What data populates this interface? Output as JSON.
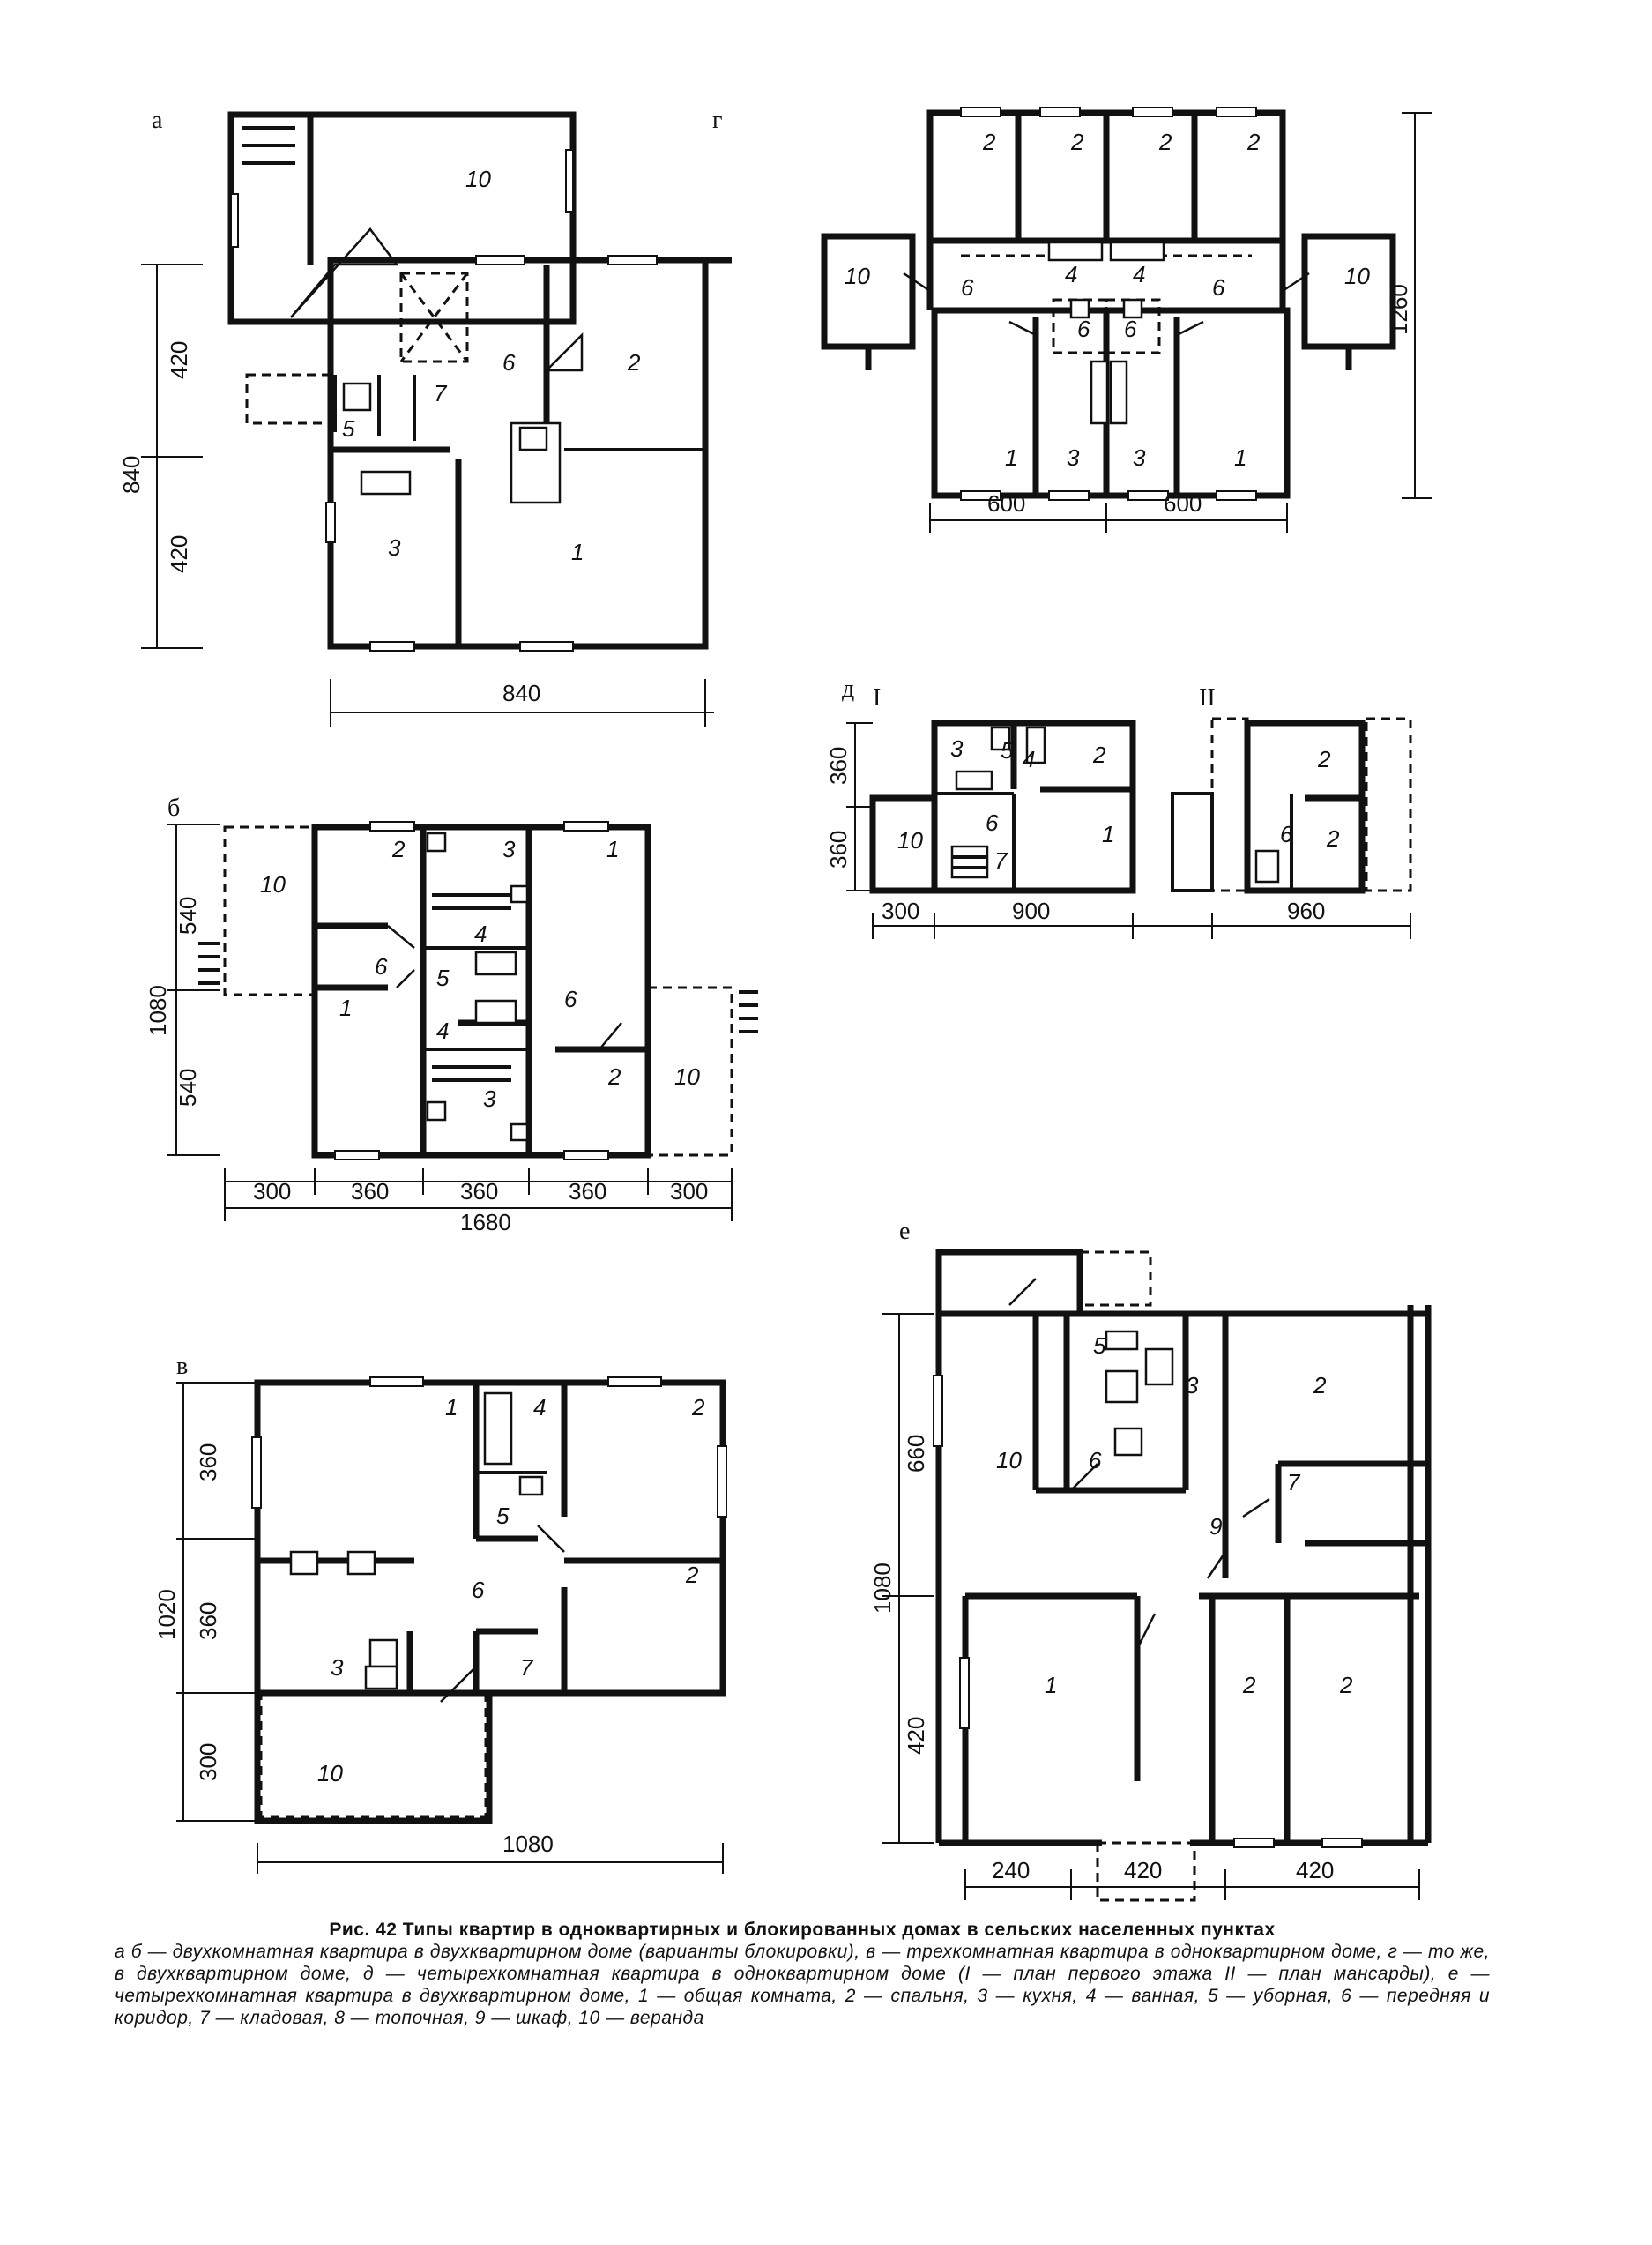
{
  "panels": {
    "a": {
      "letter": "а",
      "rooms": [
        "10",
        "6",
        "2",
        "5",
        "7",
        "3",
        "1"
      ],
      "dims_v": [
        "420",
        "840",
        "420"
      ],
      "dims_h": [
        "840"
      ]
    },
    "b": {
      "letter": "б",
      "rooms": [
        "10",
        "2",
        "3",
        "1",
        "6",
        "4",
        "1",
        "5",
        "6",
        "4",
        "3",
        "2",
        "10"
      ],
      "dims_v": [
        "540",
        "1080",
        "540"
      ],
      "dims_h": [
        "300",
        "360",
        "360",
        "360",
        "300"
      ],
      "total": "1680"
    },
    "v": {
      "letter": "в",
      "rooms": [
        "1",
        "4",
        "2",
        "5",
        "6",
        "2",
        "3",
        "7",
        "10"
      ],
      "dims_v": [
        "360",
        "1020",
        "360",
        "300"
      ],
      "dims_h": [
        "1080"
      ]
    },
    "g": {
      "letter": "г",
      "rooms": [
        "2",
        "2",
        "2",
        "2",
        "10",
        "6",
        "4",
        "4",
        "6",
        "10",
        "6",
        "6",
        "1",
        "3",
        "3",
        "1"
      ],
      "dims_v": [
        "1260"
      ],
      "dims_h": [
        "600",
        "600"
      ]
    },
    "d": {
      "letter": "д",
      "sub1": "I",
      "sub2": "II",
      "rooms1": [
        "3",
        "5",
        "4",
        "2",
        "6",
        "1",
        "10",
        "7"
      ],
      "rooms2": [
        "2",
        "6",
        "2"
      ],
      "dims_v": [
        "360",
        "360"
      ],
      "dims_h": [
        "300",
        "900",
        "960"
      ]
    },
    "e": {
      "letter": "е",
      "rooms": [
        "5",
        "3",
        "2",
        "10",
        "6",
        "7",
        "9",
        "1",
        "2",
        "2"
      ],
      "dims_v": [
        "660",
        "1080",
        "420"
      ],
      "dims_h": [
        "240",
        "420",
        "420"
      ]
    }
  },
  "caption": {
    "title": "Рис. 42  Типы квартир в одноквартирных и блокированных домах в сельских населенных пунктах",
    "body": "а  б — двухкомнатная квартира в двухквартирном доме (варианты блокировки), в — трехкомнатная квартира в одноквартирном доме, г — то же, в двухквартирном доме, д — четырехкомнатная квартира в одноквартирном доме (I — план первого этажа  II — план мансарды), е — четырехкомнатная квартира в двухквартирном доме, 1 — общая комната, 2 — спальня, 3 — кухня, 4 — ванная, 5 — уборная, 6 — передняя и коридор, 7 — кладовая, 8 — топочная, 9 — шкаф, 10 — веранда"
  }
}
